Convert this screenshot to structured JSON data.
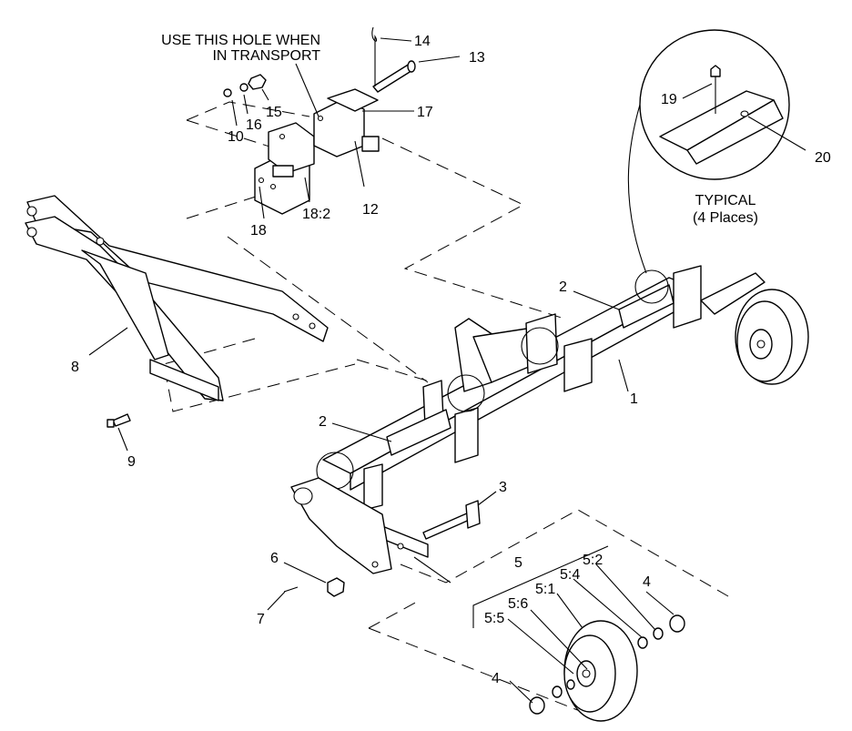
{
  "diagram": {
    "note_top_line1": "USE THIS HOLE WHEN",
    "note_top_line2": "IN TRANSPORT",
    "note_typical_line1": "TYPICAL",
    "note_typical_line2": "(4 Places)",
    "callouts": {
      "c1": "1",
      "c2a": "2",
      "c2b": "2",
      "c3": "3",
      "c4a": "4",
      "c4b": "4",
      "c5": "5",
      "c5_1": "5:1",
      "c5_2": "5:2",
      "c5_4": "5:4",
      "c5_5": "5:5",
      "c5_6": "5:6",
      "c6": "6",
      "c7": "7",
      "c8": "8",
      "c9": "9",
      "c10": "10",
      "c12": "12",
      "c13": "13",
      "c14": "14",
      "c15": "15",
      "c16": "16",
      "c17": "17",
      "c18": "18",
      "c18_2": "18:2",
      "c19": "19",
      "c20": "20"
    }
  }
}
